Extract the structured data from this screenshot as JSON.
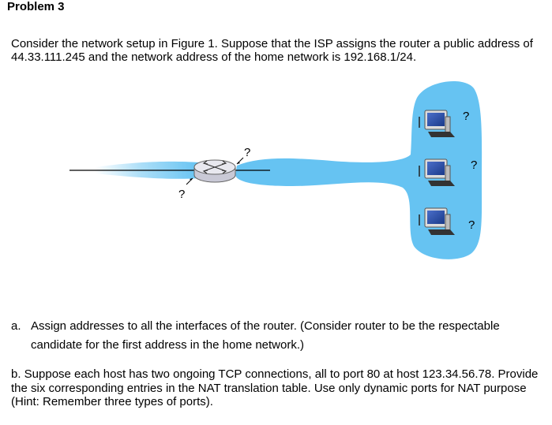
{
  "problem_title": "Problem 3",
  "intro_text": "Consider the network setup in Figure 1. Suppose that the ISP assigns the router a public address of 44.33.111.245 and the network address of the home network is 192.168.1/24.",
  "figure": {
    "wan_label": "?",
    "lan_label": "?",
    "host_labels": [
      "?",
      "?",
      "?"
    ],
    "colors": {
      "network_fill": "#66c3f2",
      "router_top": "#e8e8ef",
      "router_side": "#c9c9d6"
    },
    "icons": [
      "router-icon",
      "computer-icon"
    ]
  },
  "question_a": {
    "label": "a.",
    "text": "Assign addresses to all the interfaces of the router. (Consider router to be the respectable candidate for the first address in the home network.)"
  },
  "question_b": {
    "text": "b. Suppose each host has two ongoing TCP connections, all to port 80 at host 123.34.56.78. Provide the six corresponding entries in the NAT translation table. Use only dynamic ports for NAT purpose (Hint: Remember three types of ports)."
  }
}
